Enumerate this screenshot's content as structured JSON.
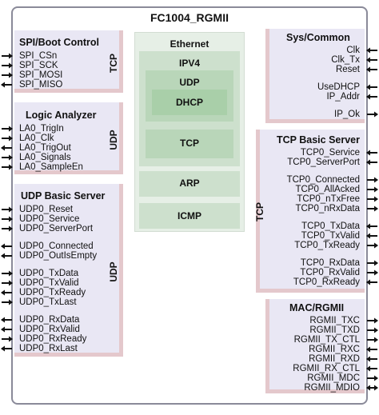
{
  "title": "FC1004_RGMII",
  "left_groups": [
    {
      "title": "SPI/Boot Control",
      "side_label": "TCP",
      "signals": [
        "SPI_CSn",
        "SPI_SCK",
        "SPI_MOSI",
        "SPI_MISO"
      ],
      "directions": [
        "in",
        "in",
        "in",
        "out"
      ]
    },
    {
      "title": "Logic Analyzer",
      "side_label": "UDP",
      "signals": [
        "LA0_TrigIn",
        "LA0_Clk",
        "LA0_TrigOut",
        "LA0_Signals",
        "LA0_SampleEn"
      ],
      "directions": [
        "in",
        "in",
        "out",
        "in",
        "in"
      ]
    },
    {
      "title": "UDP Basic Server",
      "side_label": "UDP",
      "signals": [
        "UDP0_Reset",
        "UDP0_Service",
        "UDP0_ServerPort",
        "UDP0_Connected",
        "UDP0_OutIsEmpty",
        "UDP0_TxData",
        "UDP0_TxValid",
        "UDP0_TxReady",
        "UDP0_TxLast",
        "UDP0_RxData",
        "UDP0_RxValid",
        "UDP0_RxReady",
        "UDP0_RxLast"
      ],
      "directions": [
        "in",
        "in",
        "in",
        "out",
        "out",
        "in",
        "in",
        "out",
        "in",
        "out",
        "out",
        "in",
        "out"
      ]
    }
  ],
  "ethernet": {
    "title": "Ethernet",
    "ipv4": "IPV4",
    "udp": "UDP",
    "dhcp": "DHCP",
    "tcp": "TCP",
    "arp": "ARP",
    "icmp": "ICMP"
  },
  "right_groups": [
    {
      "title": "Sys/Common",
      "signals": [
        "Clk",
        "Clk_Tx",
        "Reset",
        "UseDHCP",
        "IP_Addr",
        "IP_Ok"
      ],
      "directions": [
        "in",
        "in",
        "in",
        "in",
        "in",
        "out"
      ]
    },
    {
      "title": "TCP Basic Server",
      "side_label": "TCP",
      "signals": [
        "TCP0_Service",
        "TCP0_ServerPort",
        "TCP0_Connected",
        "TCP0_AllAcked",
        "TCP0_nTxFree",
        "TCP0_nRxData",
        "TCP0_TxData",
        "TCP0_TxValid",
        "TCP0_TxReady",
        "TCP0_RxData",
        "TCP0_RxValid",
        "TCP0_RxReady"
      ],
      "directions": [
        "in",
        "in",
        "out",
        "out",
        "out",
        "out",
        "in",
        "in",
        "out",
        "out",
        "out",
        "in"
      ]
    },
    {
      "title": "MAC/RGMII",
      "signals": [
        "RGMII_TXC",
        "RGMII_TXD",
        "RGMII_TX_CTL",
        "RGMII_RXC",
        "RGMII_RXD",
        "RGMII_RX_CTL",
        "RGMII_MDC",
        "RGMII_MDIO"
      ],
      "directions": [
        "out",
        "out",
        "out",
        "in",
        "in",
        "in",
        "out",
        "both"
      ]
    }
  ],
  "colors": {
    "group_fill": "#e9e7f4",
    "group_shadow": "#e4c8cc",
    "ethernet_fill": "#e6efe6",
    "arrow": "#111111"
  }
}
